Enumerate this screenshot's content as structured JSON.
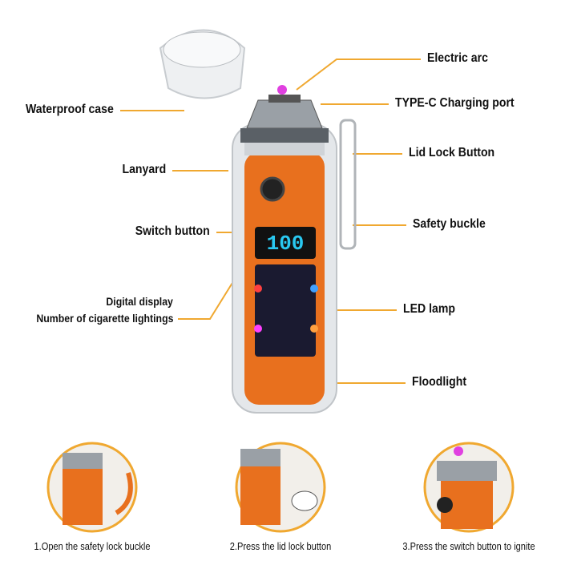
{
  "labels": {
    "electric_arc": "Electric arc",
    "charging_port": "TYPE-C Charging port",
    "lid_lock_button": "Lid Lock Button",
    "safety_buckle": "Safety buckle",
    "led_lamp": "LED lamp",
    "floodlight": "Floodlight",
    "waterproof_case": "Waterproof case",
    "lanyard": "Lanyard",
    "switch_button": "Switch button",
    "digital_display": "Digital display",
    "lighting_count": "Number of cigarette lightings"
  },
  "display_value": "100",
  "steps": [
    {
      "caption": "1.Open the safety lock buckle"
    },
    {
      "caption": "2.Press the lid lock button"
    },
    {
      "caption": "3.Press the switch button to ignite"
    }
  ],
  "colors": {
    "accent": "#f0a830",
    "body": "#e8701e",
    "display": "#29c8f0"
  }
}
